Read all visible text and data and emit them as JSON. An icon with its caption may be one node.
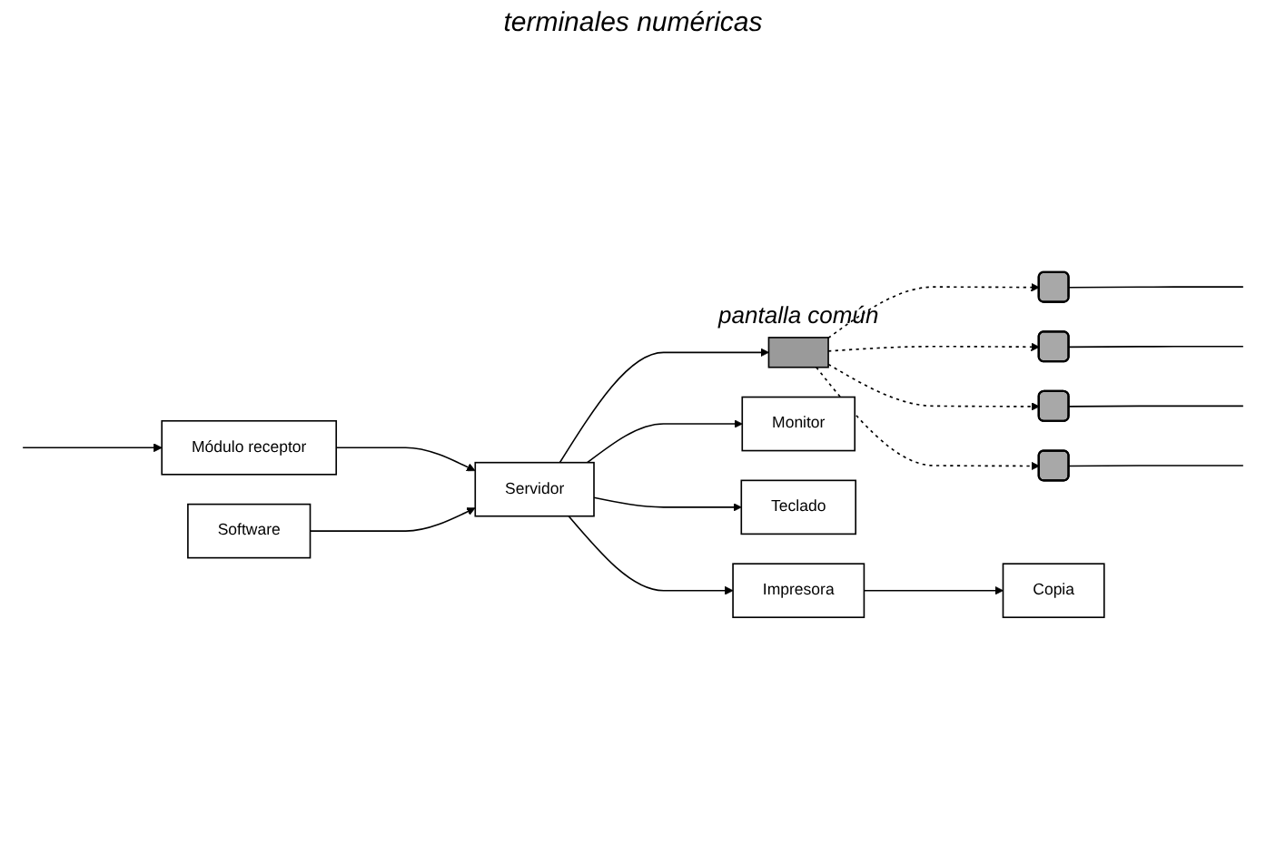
{
  "diagram": {
    "nodes": [
      {
        "text": [],
        "shape": "bar",
        "beside": [
          "pantalla común"
        ]
      },
      {
        "text": [],
        "shape": "box"
      },
      {
        "text": [],
        "shape": "box"
      },
      {
        "text": [],
        "shape": "box"
      },
      {
        "text": [],
        "shape": "box"
      },
      {
        "text": [
          "Monitor"
        ]
      },
      {
        "text": [
          "Teclado"
        ]
      },
      {
        "text": [
          "Copia"
        ]
      },
      {
        "text": [
          "Impresora"
        ]
      },
      {
        "text": [
          "Servidor"
        ]
      },
      {
        "text": [
          "Módulo receptor"
        ]
      },
      {
        "text": [
          "Software"
        ]
      }
    ],
    "edges": [
      {
        "from": 0,
        "to": 1,
        "arrow": "to",
        "style": "dashed"
      },
      {
        "from": 0,
        "to": 2,
        "arrow": "to",
        "style": "dashed"
      },
      {
        "from": 0,
        "to": 3,
        "arrow": "to",
        "style": "dashed"
      },
      {
        "from": 0,
        "to": 4,
        "arrow": "to",
        "style": "dashed"
      },
      {
        "from": 1,
        "to": null,
        "arrow": "none"
      },
      {
        "from": 2,
        "to": null,
        "arrow": "none"
      },
      {
        "from": 3,
        "to": null,
        "arrow": "none"
      },
      {
        "from": 4,
        "to": null,
        "arrow": "none"
      },
      {
        "from": null,
        "to": 10,
        "arrow": "to"
      },
      {
        "from": 10,
        "to": 9,
        "arrow": "to"
      },
      {
        "from": 11,
        "to": 9,
        "arrow": "to"
      },
      {
        "from": 9,
        "to": 8,
        "arrow": "to"
      },
      {
        "from": 8,
        "to": 7,
        "arrow": "to"
      },
      {
        "from": 9,
        "to": 5,
        "arrow": "to"
      },
      {
        "from": 9,
        "to": 6,
        "arrow": "to"
      },
      {
        "from": 9,
        "to": 0,
        "arrow": "to"
      }
    ],
    "labels": [
      "terminales numéricas"
    ]
  }
}
